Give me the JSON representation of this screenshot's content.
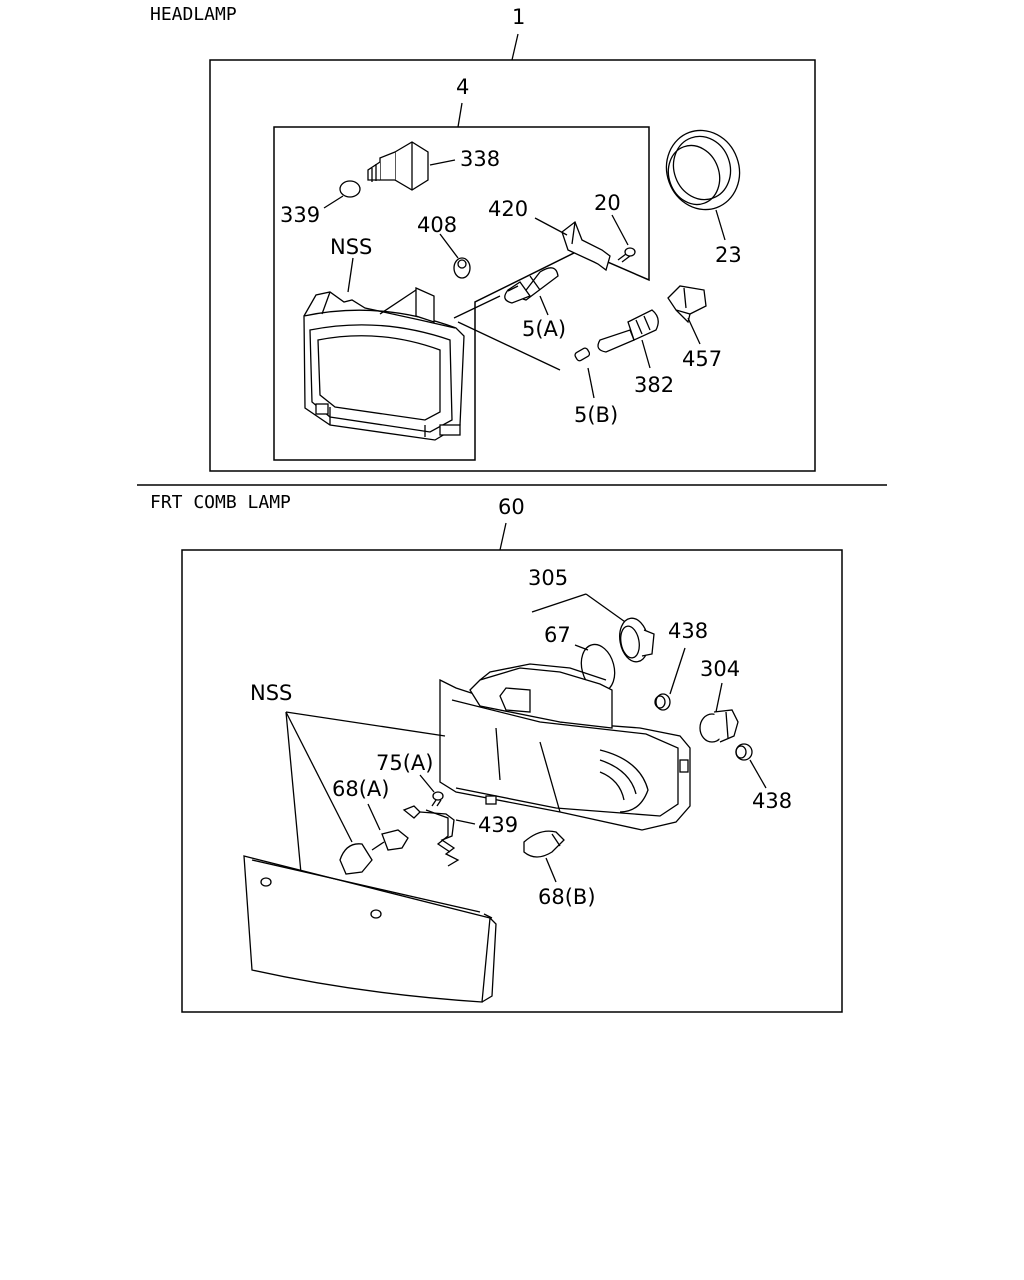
{
  "sections": {
    "headlamp": {
      "title": "HEADLAMP",
      "labels": {
        "p1": "1",
        "p4": "4",
        "p338": "338",
        "p339": "339",
        "p408": "408",
        "nss": "NSS",
        "p420": "420",
        "p20": "20",
        "p23": "23",
        "p5a": "5(A)",
        "p5b": "5(B)",
        "p382": "382",
        "p457": "457"
      }
    },
    "frt_comb_lamp": {
      "title": "FRT COMB LAMP",
      "labels": {
        "p60": "60",
        "p305": "305",
        "p67": "67",
        "p438a": "438",
        "p304": "304",
        "p438b": "438",
        "nss": "NSS",
        "p75a": "75(A)",
        "p68a": "68(A)",
        "p439": "439",
        "p68b": "68(B)"
      }
    }
  }
}
